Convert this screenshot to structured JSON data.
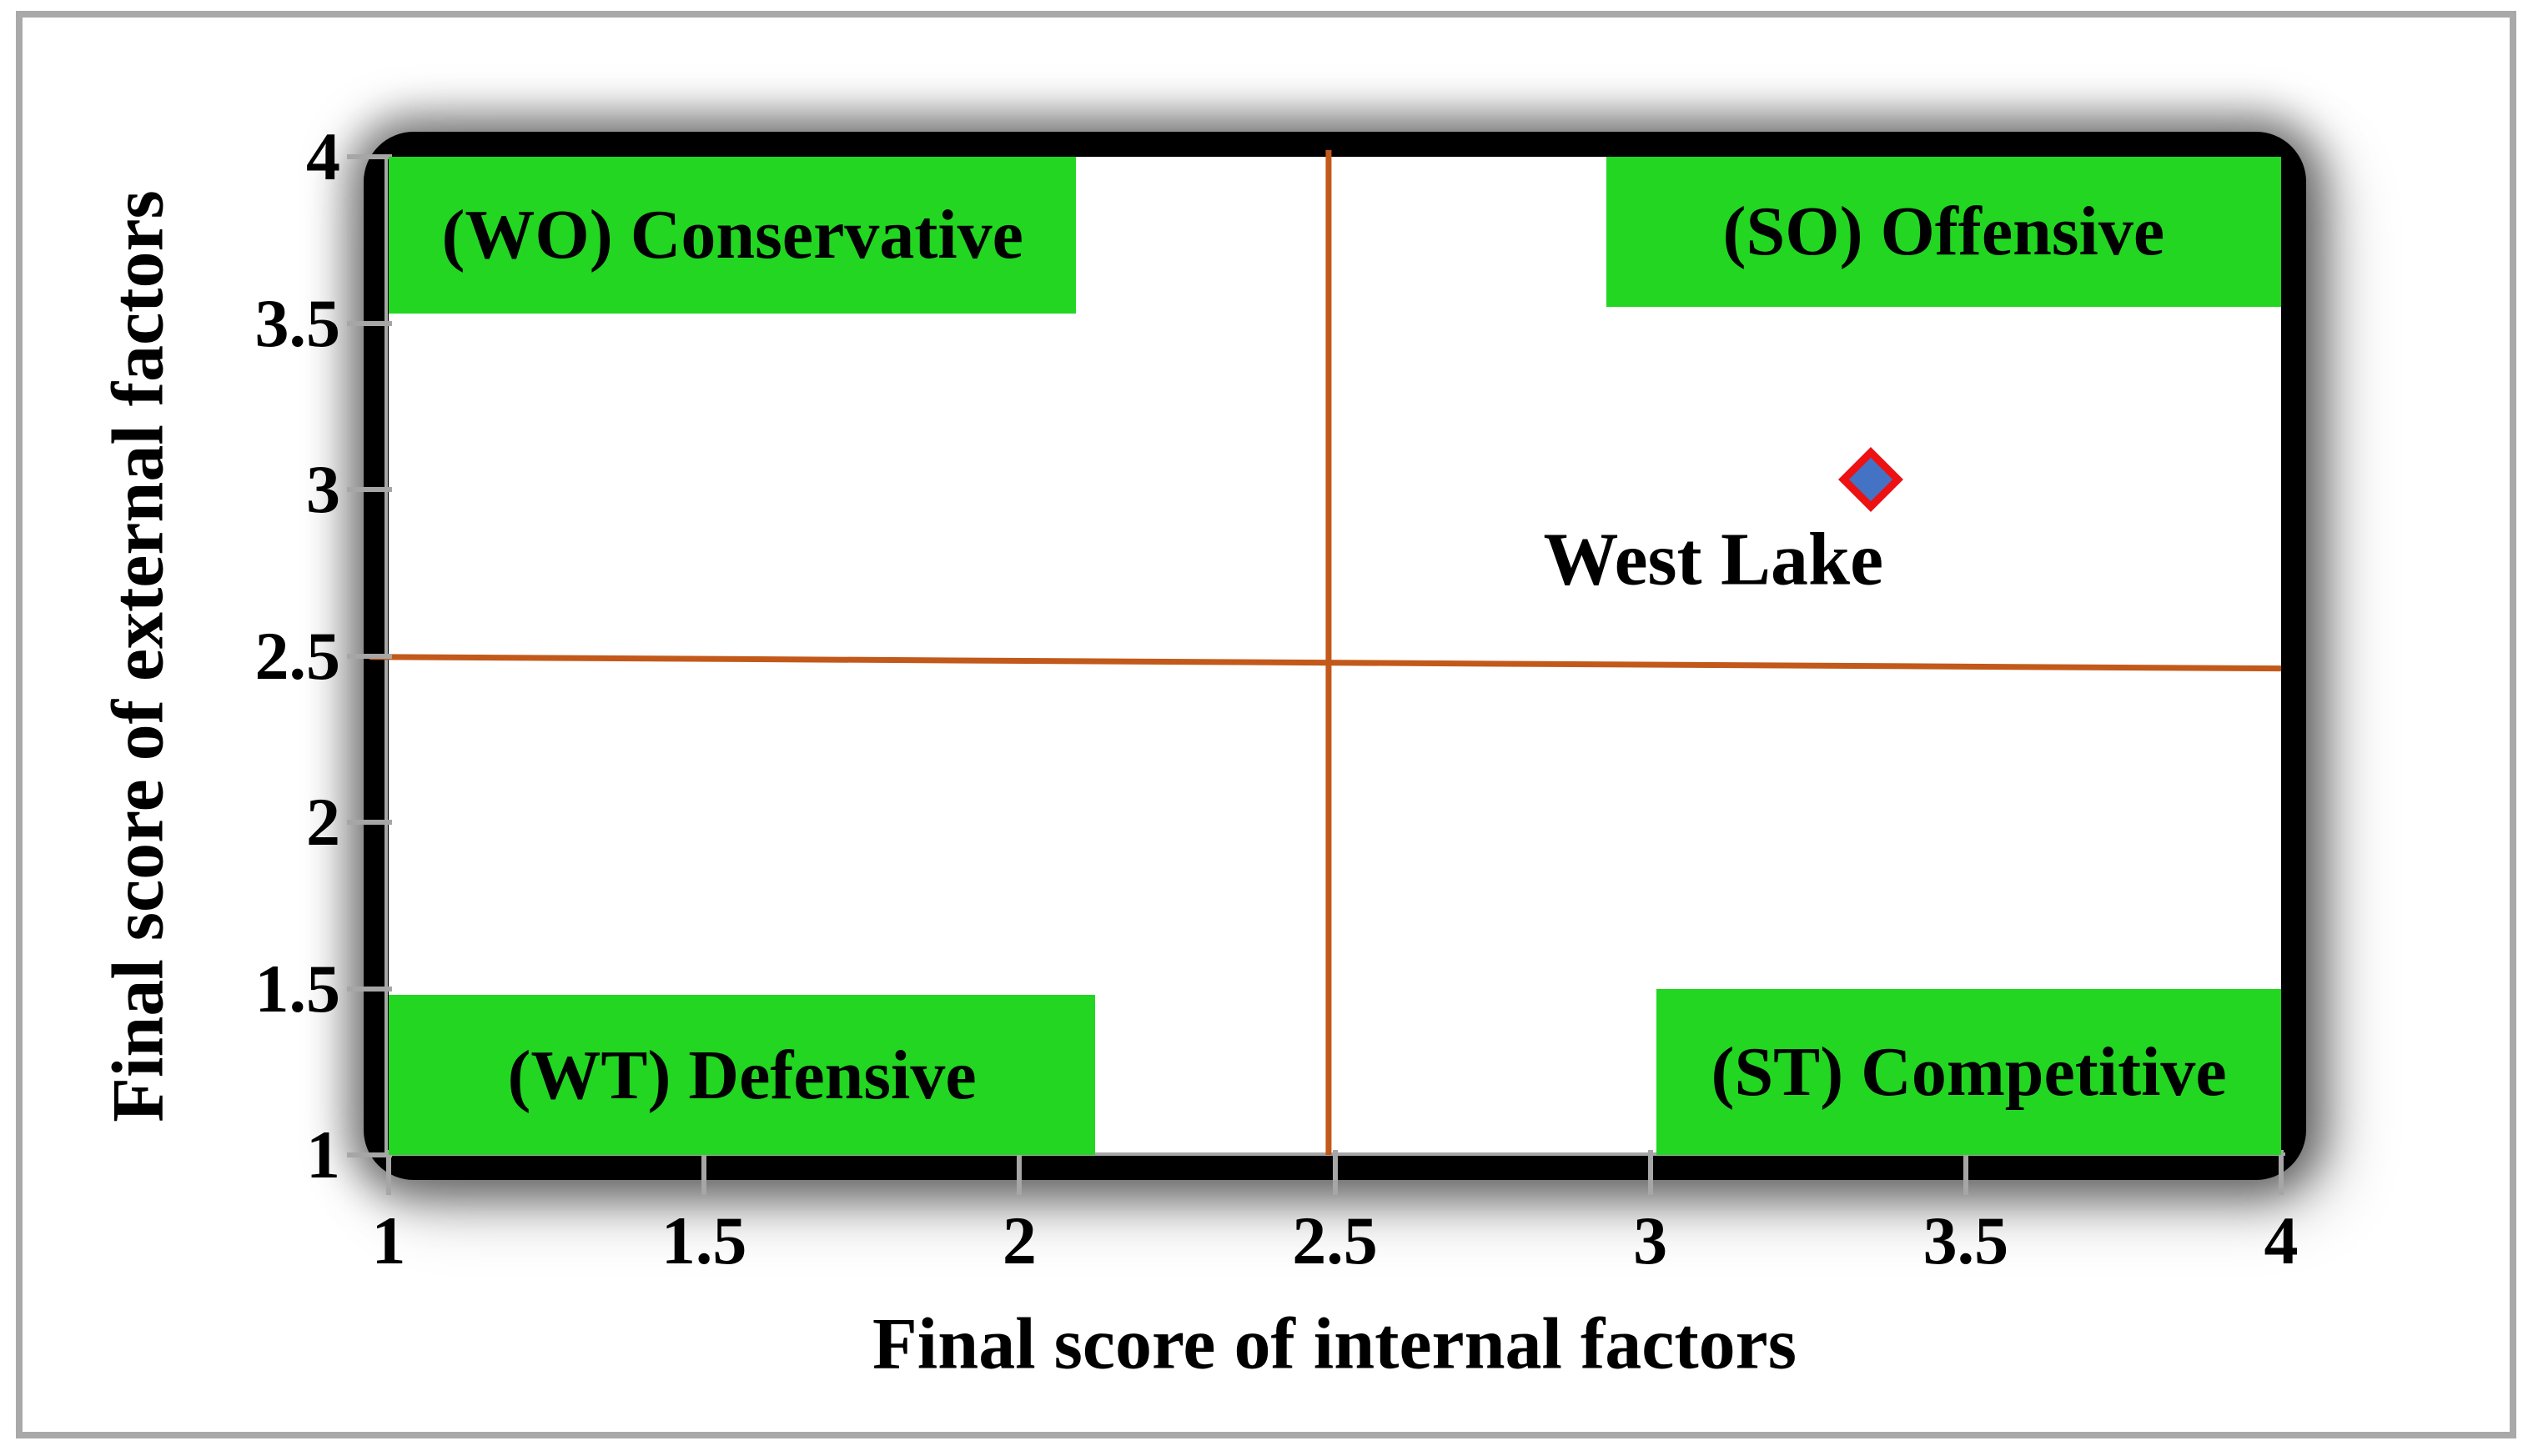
{
  "chart_data": {
    "type": "scatter",
    "title": "",
    "xlabel": "Final score of internal factors",
    "ylabel": "Final score of external factors",
    "xlim": [
      1,
      4
    ],
    "ylim": [
      1,
      4
    ],
    "xticks": [
      "1",
      "1.5",
      "2",
      "2.5",
      "3",
      "3.5",
      "4"
    ],
    "yticks": [
      "1",
      "1.5",
      "2",
      "2.5",
      "3",
      "3.5",
      "4"
    ],
    "grid": false,
    "legend": "none",
    "points": [
      {
        "label": "West Lake",
        "x": 3.35,
        "y": 3.03
      }
    ],
    "point_label_pos": {
      "x": 3.1,
      "y": 2.79
    },
    "crosshair": {
      "x": 2.49,
      "y_at_left": 2.497,
      "y_at_right": 2.462,
      "x_span": [
        0.97,
        4.0
      ],
      "y_span": [
        1.0,
        4.02
      ]
    },
    "quadrants": [
      {
        "code": "WO",
        "label": "(WO) Conservative",
        "x1": 1.0,
        "x2": 2.09,
        "y1": 3.53,
        "y2": 4.0
      },
      {
        "code": "SO",
        "label": "(SO) Offensive",
        "x1": 2.93,
        "x2": 4.0,
        "y1": 3.55,
        "y2": 4.0
      },
      {
        "code": "WT",
        "label": "(WT) Defensive",
        "x1": 1.0,
        "x2": 2.12,
        "y1": 1.0,
        "y2": 1.48
      },
      {
        "code": "ST",
        "label": "(ST) Competitive",
        "x1": 3.01,
        "x2": 4.0,
        "y1": 1.0,
        "y2": 1.5
      }
    ],
    "colors": {
      "quadrant_box": "#22d622",
      "quadrant_text": "#000000",
      "marker_fill": "#4472c4",
      "marker_border": "#ee1111",
      "crosshair": "#c2591a",
      "axis_gray": "#a6a6a6",
      "figure_border_gray": "#a9a9a9",
      "plot_border": "#000000"
    }
  }
}
